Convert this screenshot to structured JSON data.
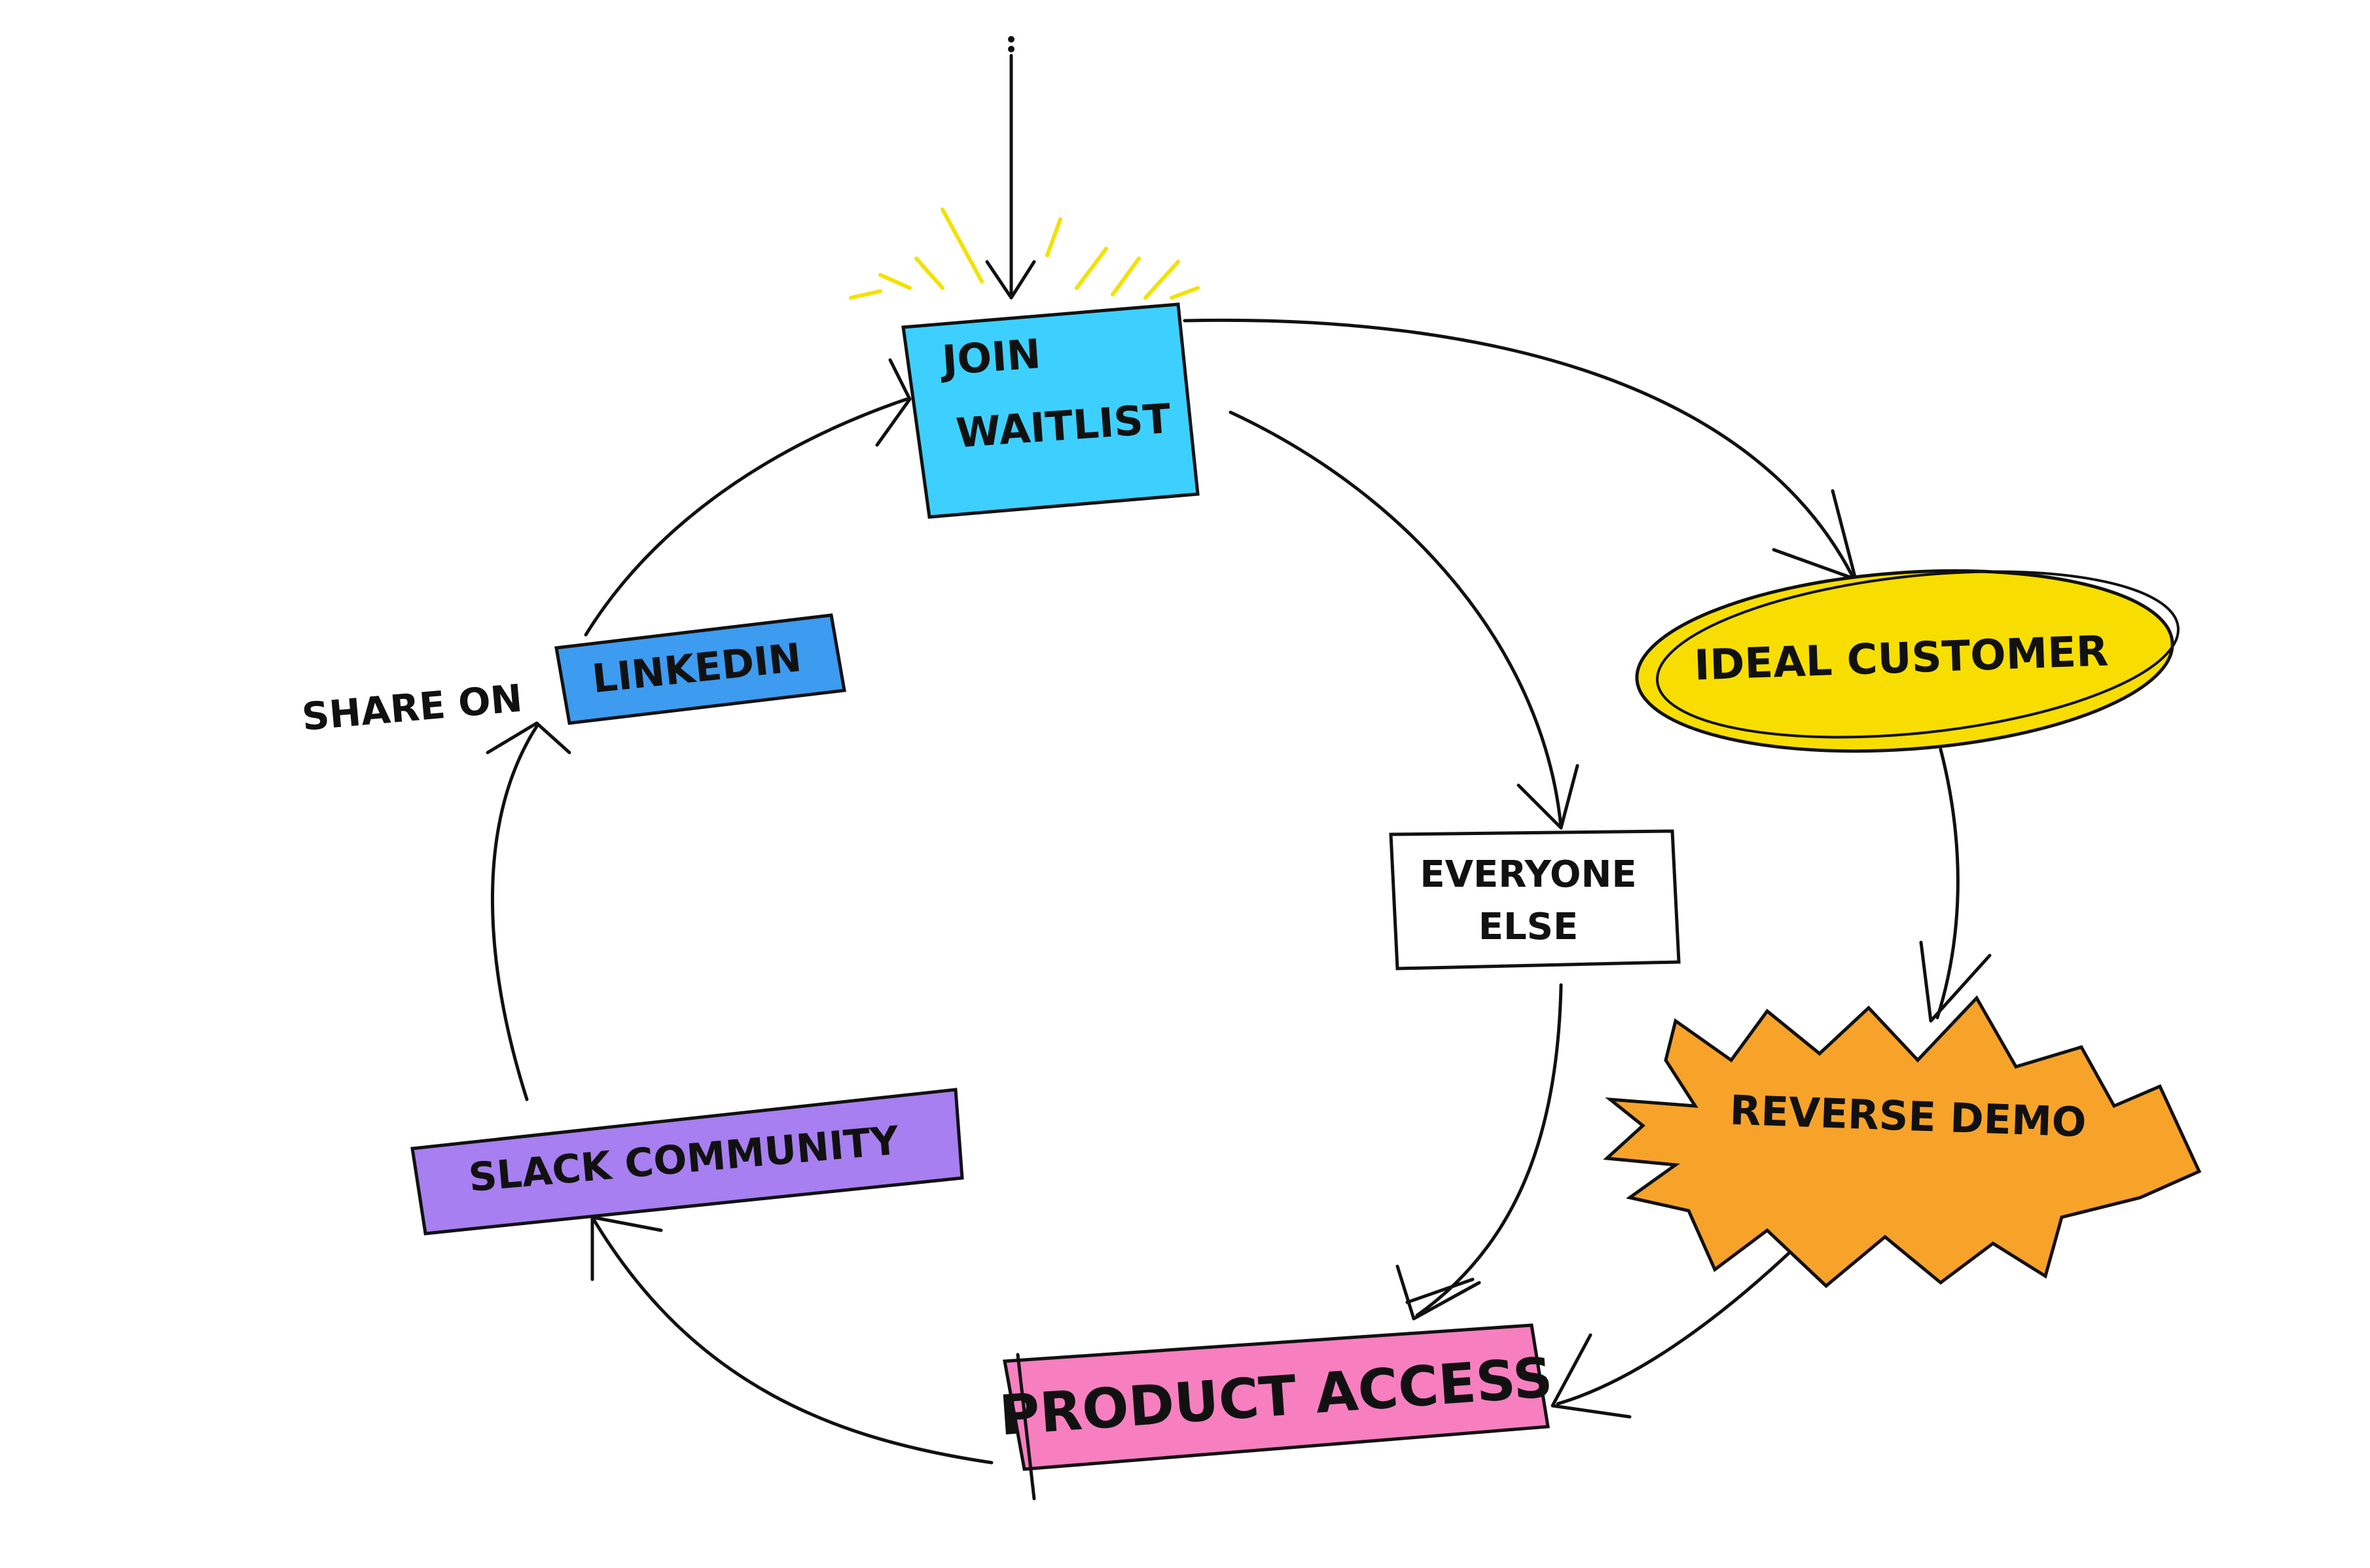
{
  "colors": {
    "background": "#ffffff",
    "ink": "#111111",
    "join_waitlist": "#3dd0ff",
    "linkedin": "#3d9bf0",
    "ideal_customer": "#f7de00",
    "reverse_demo": "#f7a32a",
    "slack_community": "#a77ff0",
    "product_access": "#f77fc0",
    "highlight_rays": "#f2e200"
  },
  "nodes": {
    "join_waitlist": {
      "line1": "JOIN",
      "line2": "WAITLIST"
    },
    "ideal_customer": {
      "label": "IDEAL CUSTOMER"
    },
    "everyone_else": {
      "line1": "EVERYONE",
      "line2": "ELSE"
    },
    "reverse_demo": {
      "label": "REVERSE DEMO"
    },
    "product_access": {
      "label": "PRODUCT ACCESS"
    },
    "slack_community": {
      "label": "SLACK COMMUNITY"
    },
    "share_on": {
      "prefix": "SHARE ON",
      "label": "LINKEDIN"
    }
  }
}
